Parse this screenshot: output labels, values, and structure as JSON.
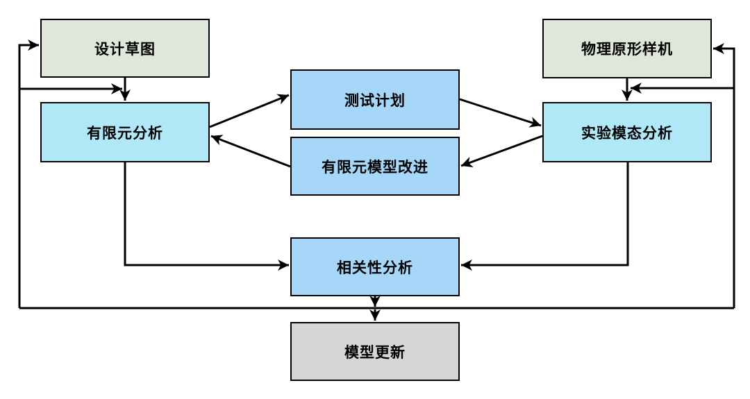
{
  "diagram": {
    "background_color": "#ffffff",
    "line_color": "#000000",
    "border_color": "#000000",
    "nodes": [
      {
        "id": "design-sketch",
        "label": "设计草图",
        "fill": "#dfe6da"
      },
      {
        "id": "physical-prototype",
        "label": "物理原形样机",
        "fill": "#dfe6da"
      },
      {
        "id": "finite-element-analysis",
        "label": "有限元分析",
        "fill": "#b0e8f8"
      },
      {
        "id": "test-plan",
        "label": "测试计划",
        "fill": "#a6d7f8"
      },
      {
        "id": "fe-model-improvement",
        "label": "有限元模型改进",
        "fill": "#a6d7f8"
      },
      {
        "id": "experimental-modal-analysis",
        "label": "实验模态分析",
        "fill": "#b0e8f8"
      },
      {
        "id": "correlation-analysis",
        "label": "相关性分析",
        "fill": "#a6d7f8"
      },
      {
        "id": "model-update",
        "label": "模型更新",
        "fill": "#d6d6d6"
      }
    ],
    "edges": [
      {
        "from": "design-sketch",
        "to": "finite-element-analysis"
      },
      {
        "from": "physical-prototype",
        "to": "experimental-modal-analysis"
      },
      {
        "from": "finite-element-analysis",
        "to": "test-plan"
      },
      {
        "from": "test-plan",
        "to": "experimental-modal-analysis"
      },
      {
        "from": "experimental-modal-analysis",
        "to": "fe-model-improvement"
      },
      {
        "from": "fe-model-improvement",
        "to": "finite-element-analysis"
      },
      {
        "from": "finite-element-analysis",
        "to": "correlation-analysis"
      },
      {
        "from": "experimental-modal-analysis",
        "to": "correlation-analysis"
      },
      {
        "from": "correlation-analysis",
        "to": "model-update"
      },
      {
        "from": "correlation-analysis",
        "to": "design-sketch"
      },
      {
        "from": "correlation-analysis",
        "to": "finite-element-analysis"
      },
      {
        "from": "correlation-analysis",
        "to": "physical-prototype"
      },
      {
        "from": "correlation-analysis",
        "to": "experimental-modal-analysis"
      }
    ]
  }
}
